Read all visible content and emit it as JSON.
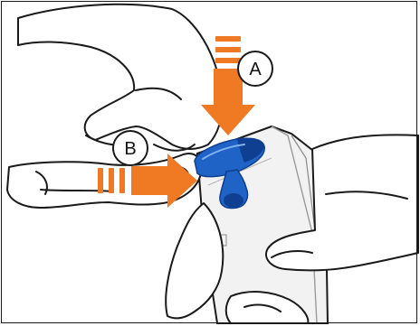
{
  "figure": {
    "callouts": [
      {
        "id": "A",
        "label": "A"
      },
      {
        "id": "B",
        "label": "B"
      }
    ]
  },
  "colors": {
    "arrow": "#f07a24",
    "part": "#1f63c6",
    "part_dark": "#0f3f91",
    "part_highlight": "#7fb0f0",
    "outline": "#1a1a1a",
    "magazine_fill": "#f2f2f2",
    "skin_fill": "#ffffff"
  }
}
